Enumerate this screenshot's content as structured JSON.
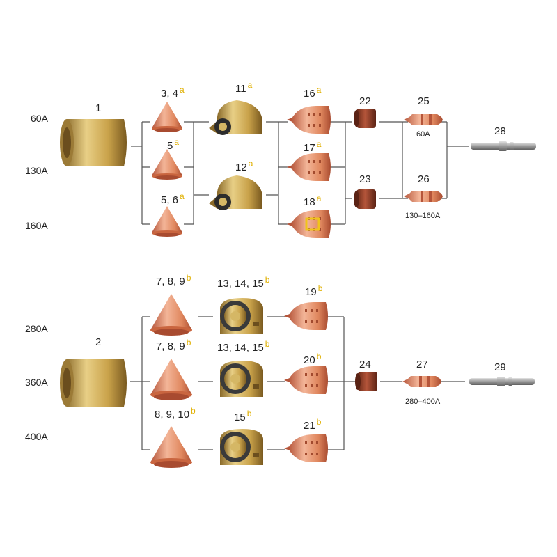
{
  "amps": [
    "60A",
    "130A",
    "160A",
    "280A",
    "360A",
    "400A"
  ],
  "labels": [
    {
      "num": "1",
      "sup": ""
    },
    {
      "num": "3, 4",
      "sup": "a"
    },
    {
      "num": "11",
      "sup": "a"
    },
    {
      "num": "16",
      "sup": "a"
    },
    {
      "num": "22",
      "sup": ""
    },
    {
      "num": "25",
      "sup": ""
    },
    {
      "num": "28",
      "sup": ""
    },
    {
      "num": "5",
      "sup": "a"
    },
    {
      "num": "17",
      "sup": "a"
    },
    {
      "num": "12",
      "sup": "a"
    },
    {
      "num": "23",
      "sup": ""
    },
    {
      "num": "26",
      "sup": ""
    },
    {
      "num": "5, 6",
      "sup": "a"
    },
    {
      "num": "18",
      "sup": "a"
    },
    {
      "num": "7, 8, 9",
      "sup": "b"
    },
    {
      "num": "13, 14, 15",
      "sup": "b"
    },
    {
      "num": "19",
      "sup": "b"
    },
    {
      "num": "2",
      "sup": ""
    },
    {
      "num": "7, 8, 9",
      "sup": "b"
    },
    {
      "num": "13, 14, 15",
      "sup": "b"
    },
    {
      "num": "20",
      "sup": "b"
    },
    {
      "num": "24",
      "sup": ""
    },
    {
      "num": "27",
      "sup": ""
    },
    {
      "num": "29",
      "sup": ""
    },
    {
      "num": "8, 9, 10",
      "sup": "b"
    },
    {
      "num": "15",
      "sup": "b"
    },
    {
      "num": "21",
      "sup": "b"
    }
  ],
  "ranges": [
    "60A",
    "130–160A",
    "280–400A"
  ],
  "colors": {
    "brass": "#c9a24a",
    "copper": "#e0875e",
    "dark_copper": "#8e3b25",
    "steel": "#9a9a9a",
    "highlight": "#f0c419"
  }
}
